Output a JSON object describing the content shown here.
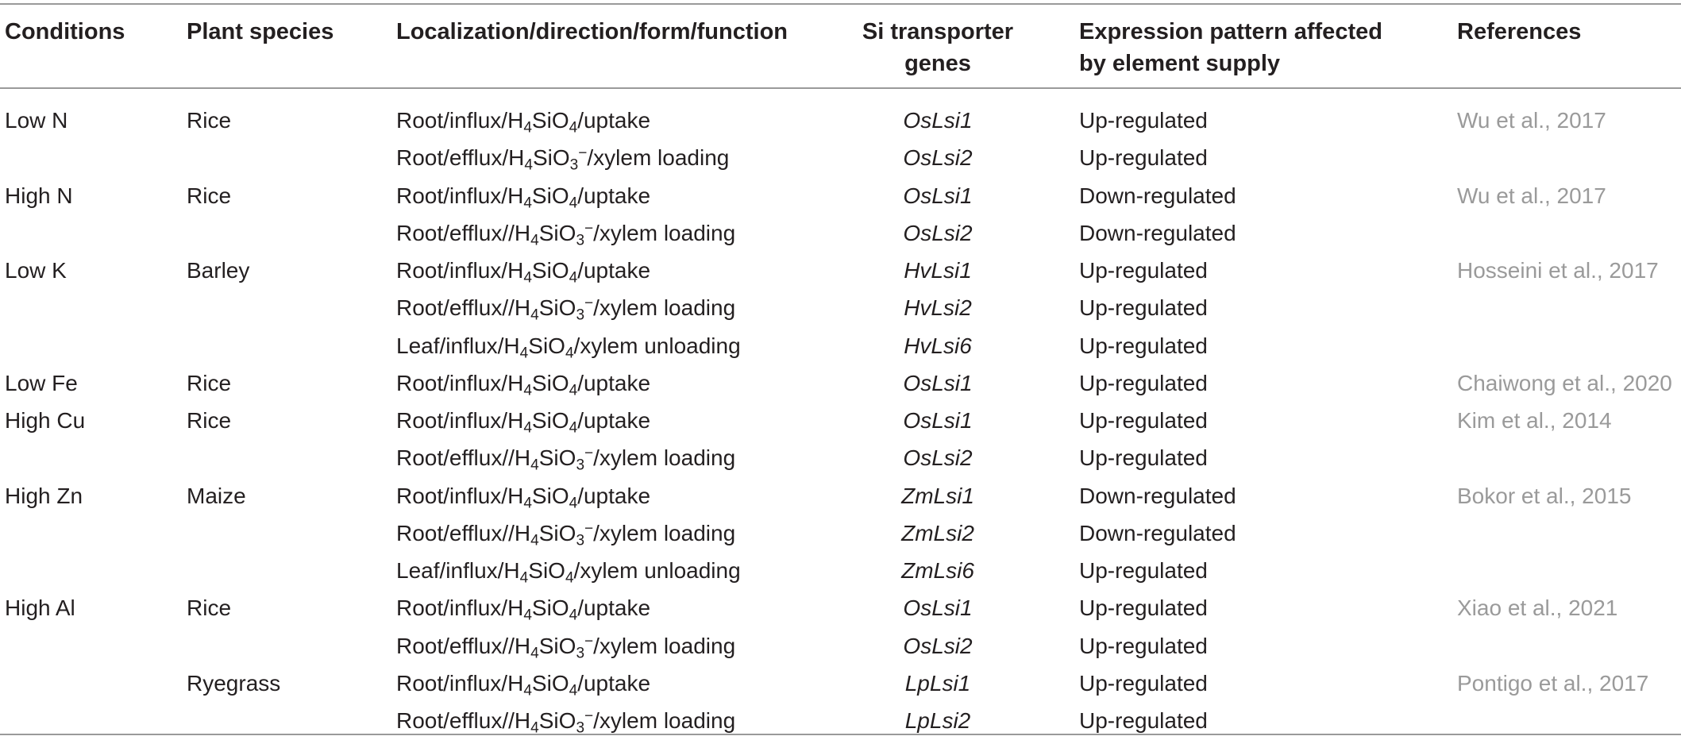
{
  "table": {
    "headers": {
      "conditions": "Conditions",
      "plant_species": "Plant species",
      "localization": "Localization/direction/form/function",
      "si_genes_line1": "Si transporter",
      "si_genes_line2": "genes",
      "expression_line1": "Expression pattern affected",
      "expression_line2": "by element supply",
      "references": "References"
    },
    "rows": [
      {
        "condition": "Low N",
        "species": "Rice",
        "loc_pre": "Root/influx/",
        "loc_form": "H4SiO4",
        "loc_post": "/uptake",
        "gene": "OsLsi1",
        "expression": "Up-regulated",
        "reference": "Wu et al., 2017"
      },
      {
        "condition": "",
        "species": "",
        "loc_pre": "Root/efflux/",
        "loc_form": "H4SiO3−",
        "loc_post": "/xylem loading",
        "gene": "OsLsi2",
        "expression": "Up-regulated",
        "reference": ""
      },
      {
        "condition": "High N",
        "species": "Rice",
        "loc_pre": "Root/influx/",
        "loc_form": "H4SiO4",
        "loc_post": "/uptake",
        "gene": "OsLsi1",
        "expression": "Down-regulated",
        "reference": "Wu et al., 2017"
      },
      {
        "condition": "",
        "species": "",
        "loc_pre": "Root/efflux//",
        "loc_form": "H4SiO3−",
        "loc_post": "/xylem loading",
        "gene": "OsLsi2",
        "expression": "Down-regulated",
        "reference": ""
      },
      {
        "condition": "Low K",
        "species": "Barley",
        "loc_pre": "Root/influx/",
        "loc_form": "H4SiO4",
        "loc_post": "/uptake",
        "gene": "HvLsi1",
        "expression": "Up-regulated",
        "reference": "Hosseini et al., 2017"
      },
      {
        "condition": "",
        "species": "",
        "loc_pre": "Root/efflux//",
        "loc_form": "H4SiO3−",
        "loc_post": "/xylem loading",
        "gene": "HvLsi2",
        "expression": "Up-regulated",
        "reference": ""
      },
      {
        "condition": "",
        "species": "",
        "loc_pre": "Leaf/influx/",
        "loc_form": "H4SiO4",
        "loc_post": "/xylem unloading",
        "gene": "HvLsi6",
        "expression": "Up-regulated",
        "reference": ""
      },
      {
        "condition": "Low Fe",
        "species": "Rice",
        "loc_pre": "Root/influx/",
        "loc_form": "H4SiO4",
        "loc_post": "/uptake",
        "gene": "OsLsi1",
        "expression": "Up-regulated",
        "reference": "Chaiwong et al., 2020"
      },
      {
        "condition": "High Cu",
        "species": "Rice",
        "loc_pre": "Root/influx/",
        "loc_form": "H4SiO4",
        "loc_post": "/uptake",
        "gene": "OsLsi1",
        "expression": "Up-regulated",
        "reference": "Kim et al., 2014"
      },
      {
        "condition": "",
        "species": "",
        "loc_pre": "Root/efflux//",
        "loc_form": "H4SiO3−",
        "loc_post": "/xylem loading",
        "gene": "OsLsi2",
        "expression": "Up-regulated",
        "reference": ""
      },
      {
        "condition": "High Zn",
        "species": "Maize",
        "loc_pre": "Root/influx/",
        "loc_form": "H4SiO4",
        "loc_post": "/uptake",
        "gene": "ZmLsi1",
        "expression": "Down-regulated",
        "reference": "Bokor et al., 2015"
      },
      {
        "condition": "",
        "species": "",
        "loc_pre": "Root/efflux//",
        "loc_form": "H4SiO3−",
        "loc_post": "/xylem loading",
        "gene": "ZmLsi2",
        "expression": "Down-regulated",
        "reference": ""
      },
      {
        "condition": "",
        "species": "",
        "loc_pre": "Leaf/influx/",
        "loc_form": "H4SiO4",
        "loc_post": "/xylem unloading",
        "gene": "ZmLsi6",
        "expression": "Up-regulated",
        "reference": ""
      },
      {
        "condition": "High Al",
        "species": "Rice",
        "loc_pre": "Root/influx/",
        "loc_form": "H4SiO4",
        "loc_post": "/uptake",
        "gene": "OsLsi1",
        "expression": "Up-regulated",
        "reference": "Xiao et al., 2021"
      },
      {
        "condition": "",
        "species": "",
        "loc_pre": "Root/efflux//",
        "loc_form": "H4SiO3−",
        "loc_post": "/xylem loading",
        "gene": "OsLsi2",
        "expression": "Up-regulated",
        "reference": ""
      },
      {
        "condition": "",
        "species": "Ryegrass",
        "loc_pre": "Root/influx/",
        "loc_form": "H4SiO4",
        "loc_post": "/uptake",
        "gene": "LpLsi1",
        "expression": "Up-regulated",
        "reference": "Pontigo et al., 2017"
      },
      {
        "condition": "",
        "species": "",
        "loc_pre": "Root/efflux//",
        "loc_form": "H4SiO3−",
        "loc_post": "/xylem loading",
        "gene": "LpLsi2",
        "expression": "Up-regulated",
        "reference": ""
      }
    ]
  },
  "colors": {
    "text": "#231f20",
    "reference_text": "#9a9a9a",
    "rule": "#9a9a9a"
  }
}
